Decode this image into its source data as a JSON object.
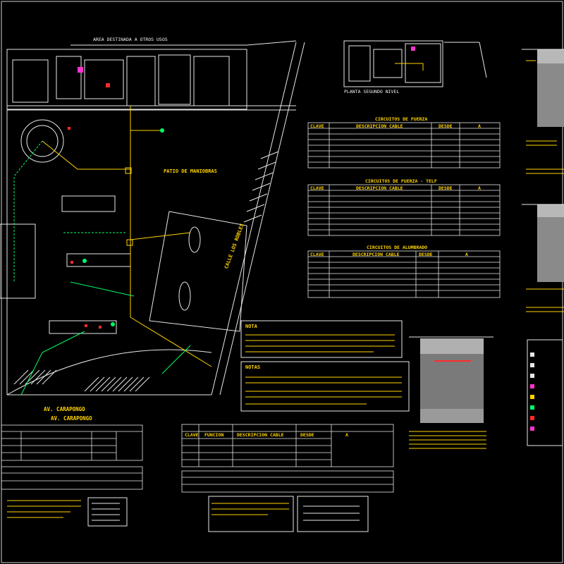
{
  "labels": {
    "area_otros_usos": "AREA DESTINADA A OTROS USOS",
    "planta_segundo_nivel": "PLANTA SEGUNDO NIVEL",
    "patio_maniobras": "PATIO DE MANIOBRAS",
    "calle_los_robles": "CALLE LOS ROBLES",
    "av_carapongo_1": "AV. CARAPONGO",
    "av_carapongo_2": "AV. CARAPONGO"
  },
  "tables": {
    "circuitos_fuerza": {
      "title": "CIRCUITOS DE FUERZA",
      "headers": [
        "CLAVE",
        "DESCRIPCION CABLE",
        "DESDE",
        "A"
      ]
    },
    "circuitos_fuerza_telf": {
      "title": "CIRCUITOS DE FUERZA - TELF",
      "headers": [
        "CLAVE",
        "DESCRIPCION CABLE",
        "DESDE",
        "A"
      ]
    },
    "circuitos_alumbrado": {
      "title": "CIRCUITOS DE ALUMBRADO",
      "headers": [
        "CLAVE",
        "DESCRIPCION CABLE",
        "DESDE",
        "A"
      ]
    },
    "dispensadores_wayne": {
      "headers": [
        "CLAVE",
        "FUNCION",
        "DESCRIPCION CABLE",
        "DESDE",
        "A"
      ]
    }
  },
  "notes": {
    "nota_title": "NOTA",
    "notas_title": "NOTAS"
  },
  "colors": {
    "background": "#000000",
    "linework": "#e8e8e8",
    "text": "#ffd400",
    "annotation": "#00ff66",
    "cyan": "#00e5ff",
    "red": "#ff2a2a",
    "magenta": "#ff33cc"
  }
}
